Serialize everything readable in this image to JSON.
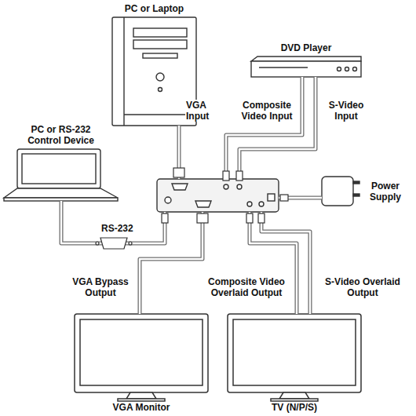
{
  "diagram": {
    "nodes": [
      {
        "text": [
          "PC or Laptop"
        ]
      },
      {
        "text": [
          "DVD Player"
        ]
      },
      {
        "text": [
          "PC or RS-232 Control Device"
        ]
      },
      {
        "text": []
      },
      {
        "text": [
          "Power Supply"
        ]
      },
      {
        "text": [
          "VGA Monitor"
        ]
      },
      {
        "text": [
          "TV (N/P/S)"
        ]
      }
    ],
    "edges": [
      {
        "from": 0,
        "to": 3,
        "label": "VGA Input",
        "arrow": "none"
      },
      {
        "from": 1,
        "to": 3,
        "label": "Composite Video Input",
        "arrow": "none"
      },
      {
        "from": 1,
        "to": 3,
        "label": "S-Video Input",
        "arrow": "none"
      },
      {
        "from": 2,
        "to": 3,
        "label": "RS-232",
        "arrow": "none"
      },
      {
        "from": 4,
        "to": 3,
        "arrow": "none"
      },
      {
        "from": 3,
        "to": 5,
        "label": "VGA Bypass Output",
        "arrow": "none"
      },
      {
        "from": 3,
        "to": 6,
        "label": "Composite Video Overlaid Output",
        "arrow": "none"
      },
      {
        "from": 3,
        "to": 6,
        "label": "S-Video Overlaid Output",
        "arrow": "none"
      }
    ]
  }
}
